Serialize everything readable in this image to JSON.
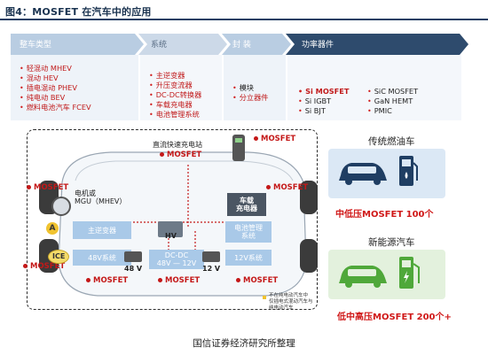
{
  "title": "图4：MOSFET 在汽车中的应用",
  "banner": {
    "vehicle_type": {
      "header": "整车类型",
      "items": [
        "轻混动 MHEV",
        "混动 HEV",
        "插电混动 PHEV",
        "纯电动 BEV",
        "燃料电池汽车 FCEV"
      ]
    },
    "system": {
      "header": "系统",
      "items": [
        "主逆变器",
        "升压变流器",
        "DC-DC转换器",
        "车载充电器",
        "电池管理系统"
      ]
    },
    "package": {
      "header": "封 装",
      "items": [
        "模块",
        "分立器件"
      ]
    },
    "power_device": {
      "header": "功率器件",
      "col1": [
        "Si MOSFET",
        "Si IGBT",
        "Si BJT"
      ],
      "col2": [
        "SiC MOSFET",
        "GaN HEMT",
        "PMIC"
      ]
    }
  },
  "diagram": {
    "charging_station": "直流快速充电站",
    "mosfet": "MOSFET",
    "motor": "电机或\nMGU（MHEV）",
    "main_inverter": "主逆变器",
    "onboard_charger": "车载\n充电器",
    "bms": "电池管理\n系统",
    "hv": "HV",
    "dcdc": "DC-DC\n48V — 12V",
    "sys48": "48V系统",
    "sys12": "12V系统",
    "bat48": "48 V",
    "bat12": "12 V",
    "ice": "ICE",
    "legend": [
      "不在纯电动汽车中",
      "仅插电式混动汽车与",
      "纯电动汽车"
    ]
  },
  "side": {
    "fuel_car": "传统燃油车",
    "fuel_count": "中低压MOSFET 100个",
    "nev_car": "新能源汽车",
    "nev_count": "低中高压MOSFET 200个+"
  },
  "footer": "国信证券经济研究所整理",
  "colors": {
    "red": "#c41818",
    "navy": "#1f3e63",
    "light_blue": "#a9c9e8",
    "banner_dark": "#2e4b6d",
    "fuel_panel": "#dbe8f5",
    "nev_panel": "#e3f1dd"
  }
}
